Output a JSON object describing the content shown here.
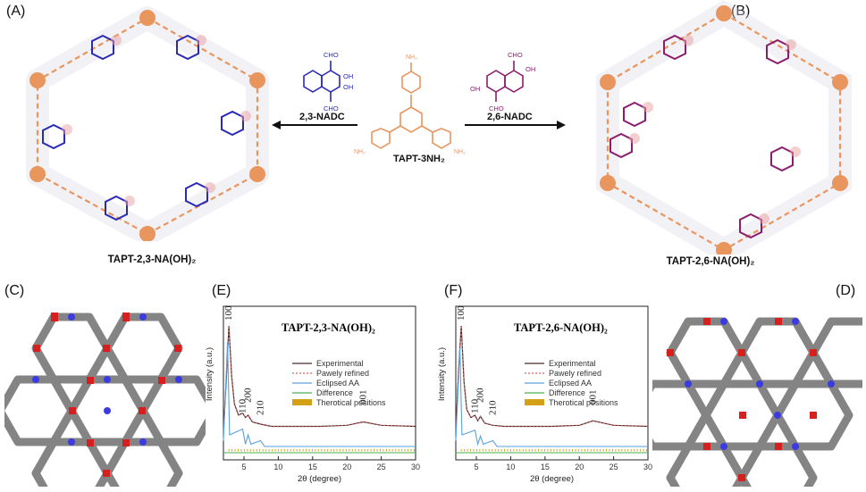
{
  "panels": {
    "A": {
      "label": "(A)",
      "caption": "TAPT-2,3-NA(OH)₂"
    },
    "B": {
      "label": "(B)",
      "caption": "TAPT-2,6-NA(OH)₂"
    },
    "C": {
      "label": "(C)"
    },
    "D": {
      "label": "(D)"
    },
    "E": {
      "label": "(E)"
    },
    "F": {
      "label": "(F)"
    }
  },
  "scheme": {
    "left_reagent": "2,3-NADC",
    "right_reagent": "2,6-NADC",
    "center_molecule": "TAPT-3NH₂",
    "group_cho": "CHO",
    "group_oh": "OH",
    "group_nh2": "NH₂"
  },
  "colors": {
    "orange": "#e8955e",
    "blue": "#2a2ab8",
    "purple": "#8c1d6c",
    "experimental": "#4a2a2a",
    "pawley": "#e06060",
    "eclipsed": "#5aa0e0",
    "difference": "#4caf50",
    "theoretical": "#d4a017"
  },
  "chart_data": [
    {
      "type": "line",
      "title": "TAPT-2,3-NA(OH)₂",
      "xlabel": "2θ (degree)",
      "ylabel": "Intensity (a.u.)",
      "xlim": [
        2,
        30
      ],
      "xticks": [
        5,
        10,
        15,
        20,
        25,
        30
      ],
      "legend": [
        "Experimental",
        "Pawely refined",
        "Eclipsed AA",
        "Difference",
        "Therotical positions"
      ],
      "legend_position": "right",
      "peaks": [
        {
          "label": "100",
          "x": 2.8
        },
        {
          "label": "110",
          "x": 4.8
        },
        {
          "label": "200",
          "x": 5.6
        },
        {
          "label": "210",
          "x": 7.4
        },
        {
          "label": "001",
          "x": 22.4
        }
      ],
      "experimental": [
        [
          2,
          0.05
        ],
        [
          2.4,
          0.5
        ],
        [
          2.8,
          1.0
        ],
        [
          3.2,
          0.55
        ],
        [
          3.6,
          0.3
        ],
        [
          4.2,
          0.2
        ],
        [
          4.8,
          0.22
        ],
        [
          5.2,
          0.18
        ],
        [
          5.6,
          0.2
        ],
        [
          6.2,
          0.14
        ],
        [
          7.4,
          0.12
        ],
        [
          9,
          0.1
        ],
        [
          12,
          0.1
        ],
        [
          16,
          0.1
        ],
        [
          20,
          0.11
        ],
        [
          22.4,
          0.14
        ],
        [
          25,
          0.11
        ],
        [
          30,
          0.1
        ]
      ],
      "eclipsed": [
        [
          2,
          0.05
        ],
        [
          2.6,
          0.9
        ],
        [
          2.9,
          0.1
        ],
        [
          4.8,
          0.15
        ],
        [
          5.2,
          0.02
        ],
        [
          5.6,
          0.1
        ],
        [
          6.0,
          0.02
        ],
        [
          7.4,
          0.05
        ],
        [
          8,
          0.0
        ],
        [
          30,
          0.0
        ]
      ]
    },
    {
      "type": "line",
      "title": "TAPT-2,6-NA(OH)₂",
      "xlabel": "2θ (degree)",
      "ylabel": "Intensity (a.u.)",
      "xlim": [
        2,
        30
      ],
      "xticks": [
        5,
        10,
        15,
        20,
        25,
        30
      ],
      "legend": [
        "Experimental",
        "Pawely refined",
        "Eclipsed AA",
        "Difference",
        "Therotical positions"
      ],
      "legend_position": "right",
      "peaks": [
        {
          "label": "100",
          "x": 2.8
        },
        {
          "label": "110",
          "x": 4.8
        },
        {
          "label": "200",
          "x": 5.6
        },
        {
          "label": "210",
          "x": 7.4
        },
        {
          "label": "001",
          "x": 22.0
        }
      ],
      "experimental": [
        [
          2,
          0.05
        ],
        [
          2.4,
          0.6
        ],
        [
          2.8,
          1.0
        ],
        [
          3.2,
          0.5
        ],
        [
          3.6,
          0.25
        ],
        [
          4.2,
          0.18
        ],
        [
          4.8,
          0.2
        ],
        [
          5.2,
          0.15
        ],
        [
          5.6,
          0.19
        ],
        [
          6.2,
          0.13
        ],
        [
          7.4,
          0.11
        ],
        [
          9,
          0.1
        ],
        [
          12,
          0.1
        ],
        [
          16,
          0.1
        ],
        [
          20,
          0.11
        ],
        [
          22,
          0.15
        ],
        [
          25,
          0.11
        ],
        [
          30,
          0.1
        ]
      ],
      "eclipsed": [
        [
          2,
          0.05
        ],
        [
          2.6,
          0.85
        ],
        [
          2.9,
          0.1
        ],
        [
          4.8,
          0.14
        ],
        [
          5.2,
          0.02
        ],
        [
          5.6,
          0.09
        ],
        [
          6.0,
          0.02
        ],
        [
          7.4,
          0.05
        ],
        [
          8,
          0.0
        ],
        [
          30,
          0.0
        ]
      ]
    }
  ]
}
